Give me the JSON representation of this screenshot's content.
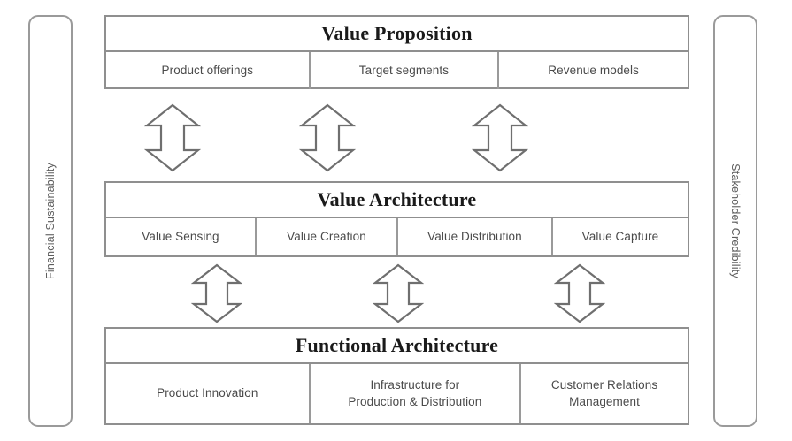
{
  "diagram": {
    "pillars": {
      "left": {
        "label": "Financial Sustainability",
        "orientation": "vertical-bottom-to-top"
      },
      "right": {
        "label": "Stakeholder Credibility",
        "orientation": "vertical-top-to-bottom"
      }
    },
    "blocks": [
      {
        "id": "value-proposition",
        "title": "Value Proposition",
        "cells": [
          {
            "label": "Product offerings"
          },
          {
            "label": "Target segments"
          },
          {
            "label": "Revenue models"
          }
        ]
      },
      {
        "id": "value-architecture",
        "title": "Value Architecture",
        "cells": [
          {
            "label": "Value Sensing"
          },
          {
            "label": "Value Creation"
          },
          {
            "label": "Value Distribution"
          },
          {
            "label": "Value Capture"
          }
        ]
      },
      {
        "id": "functional-architecture",
        "title": "Functional Architecture",
        "cells": [
          {
            "label": "Product Innovation"
          },
          {
            "label": "Infrastructure for\nProduction & Distribution"
          },
          {
            "label": "Customer Relations\nManagement"
          }
        ]
      }
    ],
    "connectors": {
      "icon": "double-headed-vertical-arrow",
      "count": 6,
      "rows": [
        {
          "between": "Value Proposition ↔ Value Architecture",
          "count": 3
        },
        {
          "between": "Value Architecture ↔ Functional Architecture",
          "count": 3
        }
      ]
    },
    "colors": {
      "border": "#8f8f8f",
      "divider": "#9a9a9a",
      "title_text": "#1a1a1a",
      "cell_text": "#4a4a4a",
      "pillar_text": "#5d5d5d",
      "arrow_stroke": "#6f6f6f",
      "background": "#ffffff"
    }
  }
}
